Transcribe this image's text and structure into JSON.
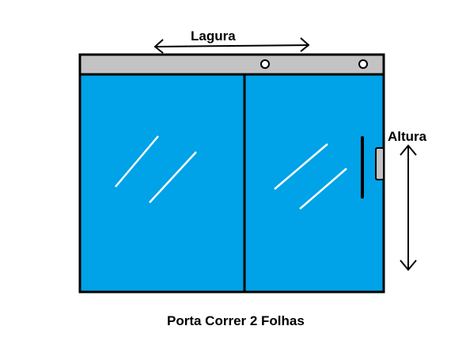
{
  "labels": {
    "width": "Lagura",
    "height": "Altura",
    "caption": "Porta Correr 2 Folhas"
  },
  "colors": {
    "glass": "#00a2e8",
    "rail": "#c3c3c3",
    "outline": "#000000",
    "reflection": "#ffffff",
    "lock": "#c3c3c3"
  }
}
